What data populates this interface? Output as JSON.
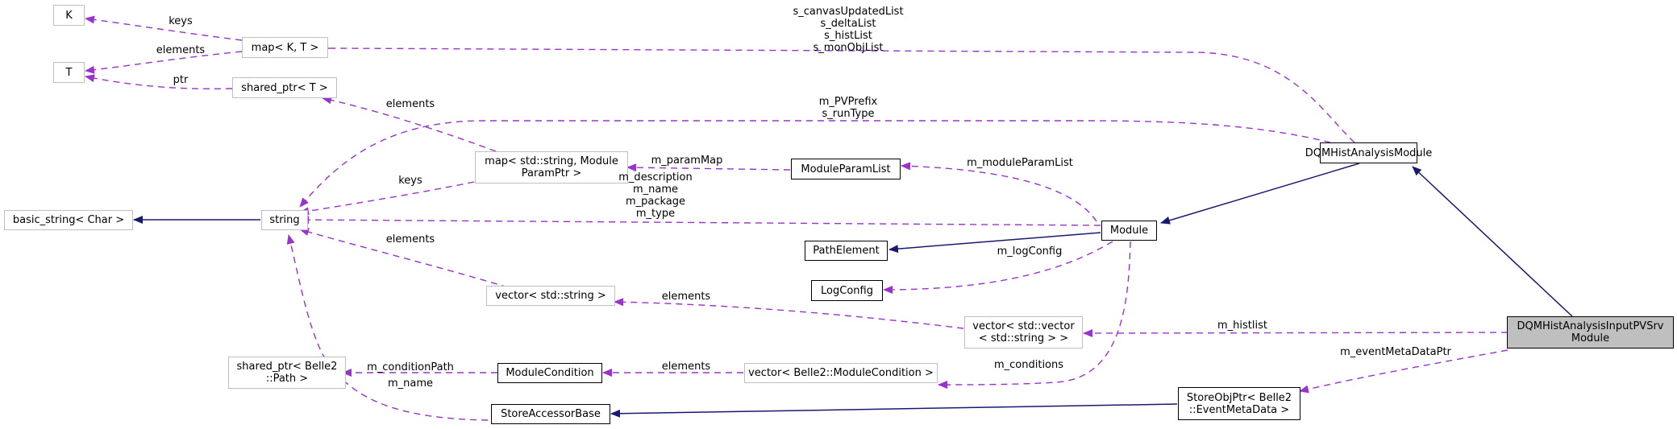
{
  "diagram": {
    "title": "DQMHistAnalysisInputPVSrvModule collaboration graph",
    "colors": {
      "inheritance_edge": "#191970",
      "usage_edge": "#9a32cd",
      "external_border": "#bfbfbf",
      "internal_border": "#000000",
      "focus_fill": "#bfbfbf"
    },
    "nodes": {
      "K": "K",
      "T": "T",
      "map_kt": "map< K, T >",
      "shared_ptr_t": "shared_ptr< T >",
      "basic_string": "basic_string< Char >",
      "string": "string",
      "map_param": "map< std::string, Module\nParamPtr >",
      "vector_string": "vector< std::string >",
      "shared_ptr_path": "shared_ptr< Belle2\n::Path >",
      "module_condition": "ModuleCondition",
      "store_accessor_base": "StoreAccessorBase",
      "module_param_list": "ModuleParamList",
      "path_element": "PathElement",
      "log_config": "LogConfig",
      "vector_module_condition": "vector< Belle2::ModuleCondition >",
      "vector_vector_string": "vector< std::vector\n< std::string > >",
      "module": "Module",
      "dqm_hist_analysis_module": "DQMHistAnalysisModule",
      "store_obj_ptr": "StoreObjPtr< Belle2\n::EventMetaData >",
      "dqm_input_pvsrv_module": "DQMHistAnalysisInputPVSrv\nModule"
    },
    "edge_labels": {
      "keys_k": "keys",
      "elements_t": "elements",
      "ptr_t": "ptr",
      "elements_shared": "elements",
      "keys_string": "keys",
      "elements_vector_string": "elements",
      "member_string": "m_description\nm_name\nm_package\nm_type",
      "m_paramMap": "m_paramMap",
      "m_moduleParamList": "m_moduleParamList",
      "m_logConfig": "m_logConfig",
      "elements_vvs": "elements",
      "m_conditionPath": "m_conditionPath",
      "m_name": "m_name",
      "elements_cond": "elements",
      "m_conditions": "m_conditions",
      "static_lists": "s_canvasUpdatedList\ns_deltaList\ns_histList\ns_monObjList",
      "pvprefix": "m_PVPrefix\ns_runType",
      "m_histlist": "m_histlist",
      "m_eventMetaDataPtr": "m_eventMetaDataPtr"
    }
  }
}
